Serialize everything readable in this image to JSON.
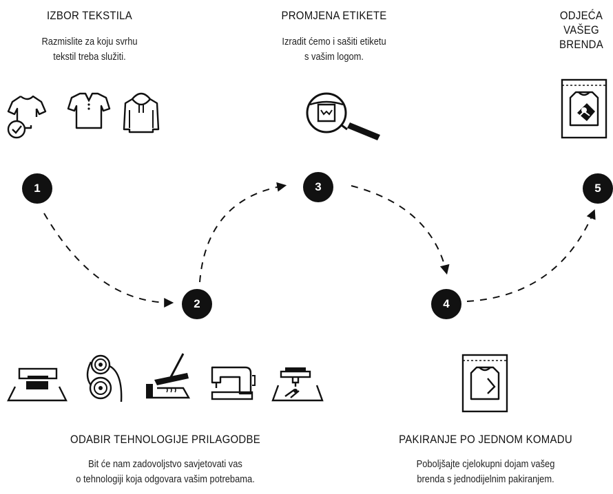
{
  "steps": [
    {
      "number": "1",
      "title": "IZBOR TEKSTILA",
      "description": [
        "Razmislite za koju svrhu",
        "tekstil treba služiti."
      ]
    },
    {
      "number": "2",
      "title": "ODABIR TEHNOLOGIJE PRILAGODBE",
      "description": [
        "Bit će nam zadovoljstvo savjetovati vas",
        "o tehnologiji koja odgovara vašim potrebama."
      ]
    },
    {
      "number": "3",
      "title": "PROMJENA ETIKETE",
      "description": [
        "Izradit ćemo i sašiti etiketu",
        "s vašim logom."
      ]
    },
    {
      "number": "4",
      "title": "PAKIRANJE PO JEDNOM KOMADU",
      "description": [
        "Poboljšajte cjelokupni dojam vašeg",
        "brenda s jednodijelnim pakiranjem."
      ]
    },
    {
      "number": "5",
      "title": [
        "ODJEĆA",
        "VAŠEG",
        "BRENDA"
      ],
      "description": []
    }
  ],
  "icons": {
    "step1": [
      "tshirt-check-icon",
      "polo-shirt-icon",
      "hoodie-icon"
    ],
    "step2": [
      "screen-printing-icon",
      "fabric-rolls-icon",
      "heat-press-icon",
      "sewing-machine-icon",
      "embroidery-machine-icon"
    ],
    "step3": [
      "label-magnifier-icon"
    ],
    "step4": [
      "packaged-shirt-icon"
    ],
    "step5": [
      "branded-package-icon"
    ]
  },
  "colors": {
    "ink": "#111111",
    "background": "#ffffff",
    "number_text": "#ffffff"
  }
}
